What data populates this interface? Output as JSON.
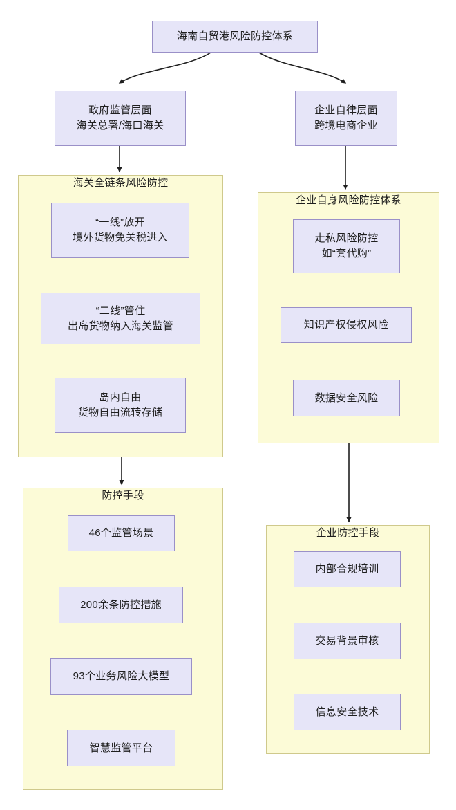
{
  "diagram": {
    "title": "海南自贸港风险防控体系",
    "type": "flowchart",
    "colors": {
      "node_fill": "#e6e5f8",
      "node_border": "#9a90c8",
      "group_fill": "#fcfbd7",
      "group_border": "#cfc98c",
      "edge": "#1f1f1f",
      "background": "#ffffff"
    },
    "root": {
      "label": "海南自贸港风险防控体系"
    },
    "branches": [
      {
        "id": "government",
        "node": {
          "line1": "政府监管层面",
          "line2": "海关总署/海口海关"
        },
        "groups": [
          {
            "id": "customs-chain",
            "title": "海关全链条风险防控",
            "items": [
              {
                "line1": "“一线”放开",
                "line2": "境外货物免关税进入"
              },
              {
                "line1": "“二线”管住",
                "line2": "出岛货物纳入海关监管"
              },
              {
                "line1": "岛内自由",
                "line2": "货物自由流转存储"
              }
            ]
          },
          {
            "id": "control-measures",
            "title": "防控手段",
            "items": [
              {
                "line1": "46个监管场景"
              },
              {
                "line1": "200余条防控措施"
              },
              {
                "line1": "93个业务风险大模型"
              },
              {
                "line1": "智慧监管平台"
              }
            ]
          }
        ]
      },
      {
        "id": "enterprise",
        "node": {
          "line1": "企业自律层面",
          "line2": "跨境电商企业"
        },
        "groups": [
          {
            "id": "enterprise-risk-system",
            "title": "企业自身风险防控体系",
            "items": [
              {
                "line1": "走私风险防控",
                "line2": "如“套代购”"
              },
              {
                "line1": "知识产权侵权风险"
              },
              {
                "line1": "数据安全风险"
              }
            ]
          },
          {
            "id": "enterprise-measures",
            "title": "企业防控手段",
            "items": [
              {
                "line1": "内部合规培训"
              },
              {
                "line1": "交易背景审核"
              },
              {
                "line1": "信息安全技术"
              }
            ]
          }
        ]
      }
    ]
  }
}
